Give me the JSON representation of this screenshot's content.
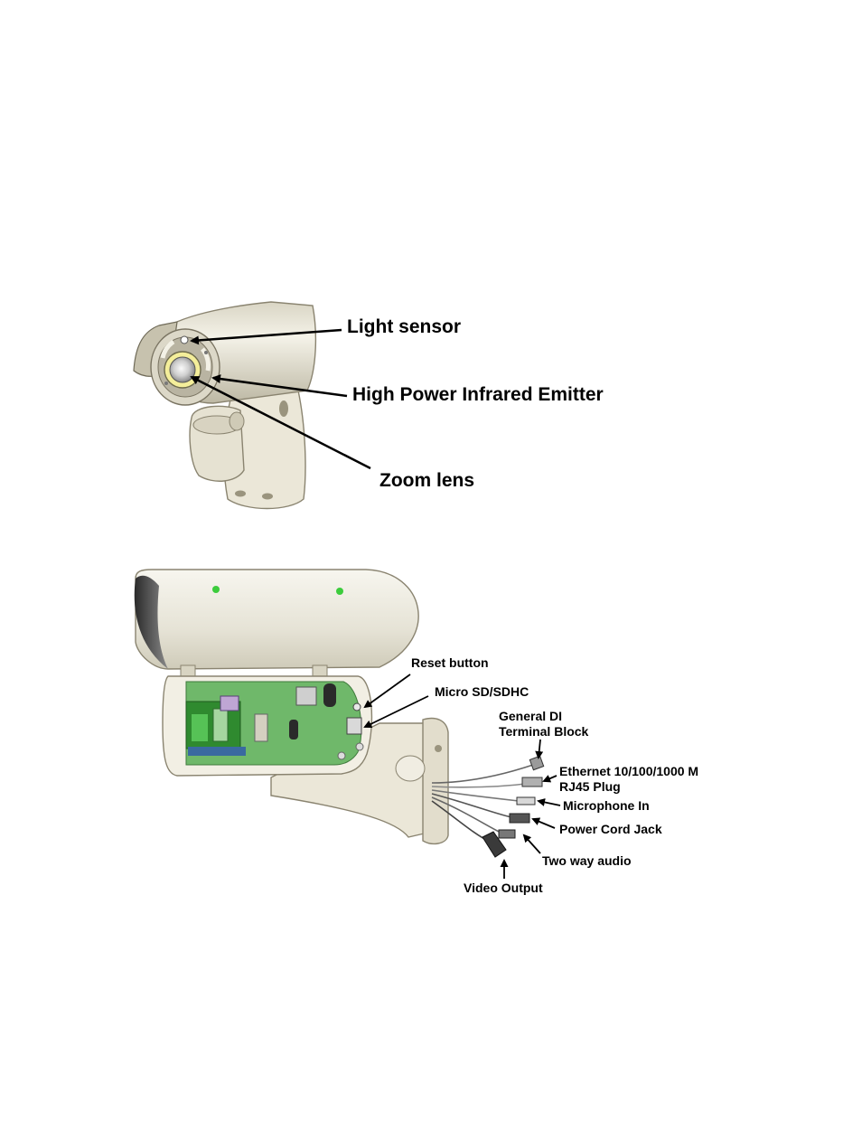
{
  "figure_top": {
    "labels": {
      "light_sensor": "Light sensor",
      "ir_emitter": "High Power Infrared Emitter",
      "zoom_lens": "Zoom lens"
    }
  },
  "figure_bottom": {
    "labels": {
      "reset_button": "Reset button",
      "micro_sd": "Micro SD/SDHC",
      "di_terminal_line1": "General DI",
      "di_terminal_line2": "Terminal Block",
      "ethernet_line1": "Ethernet 10/100/1000 M",
      "ethernet_line2": "RJ45 Plug",
      "microphone_in": "Microphone In",
      "power_cord": "Power Cord Jack",
      "two_way_audio": "Two way audio",
      "video_output": "Video Output"
    }
  },
  "colors": {
    "housing": "#efece0",
    "housing_shade": "#c9c5b3",
    "pcb_green": "#5fa85a",
    "led_green": "#3ccc3c",
    "outline": "#777060"
  }
}
